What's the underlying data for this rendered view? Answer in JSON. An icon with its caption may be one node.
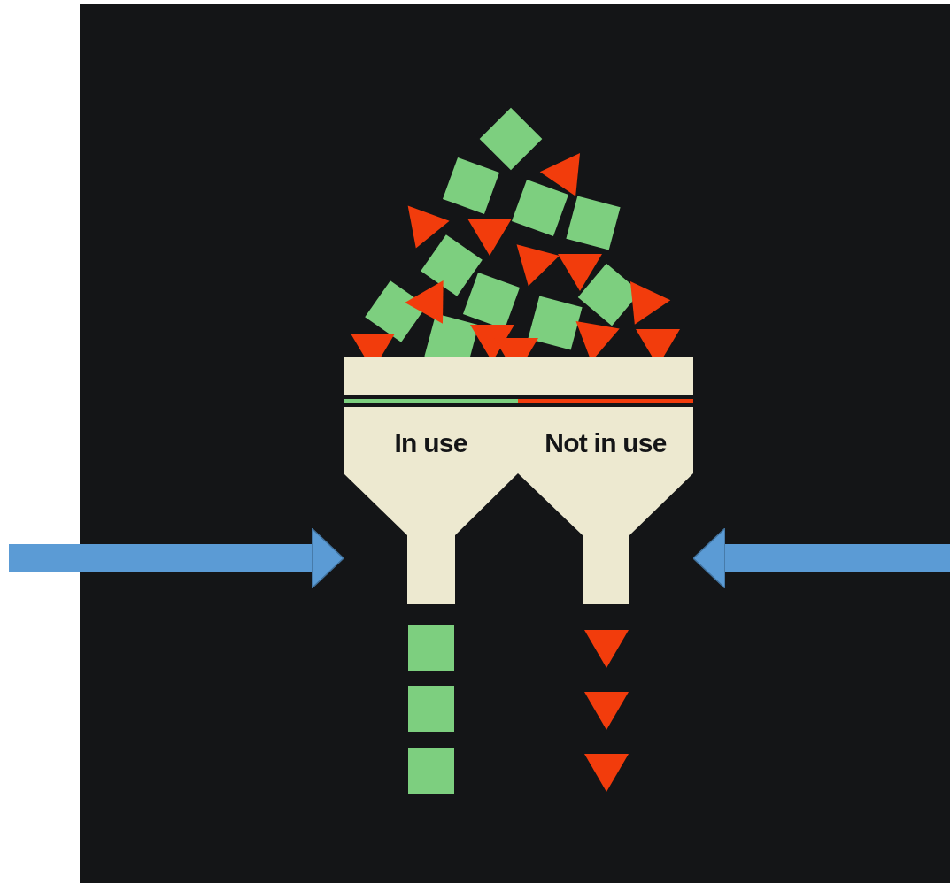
{
  "diagram": {
    "nodes": [
      {
        "text": [
          "In use"
        ]
      },
      {
        "text": [
          "Not in use"
        ]
      }
    ],
    "edges": [
      {
        "from": null,
        "to": 0,
        "arrow": "to"
      },
      {
        "from": null,
        "to": 1,
        "arrow": "to"
      }
    ]
  }
}
